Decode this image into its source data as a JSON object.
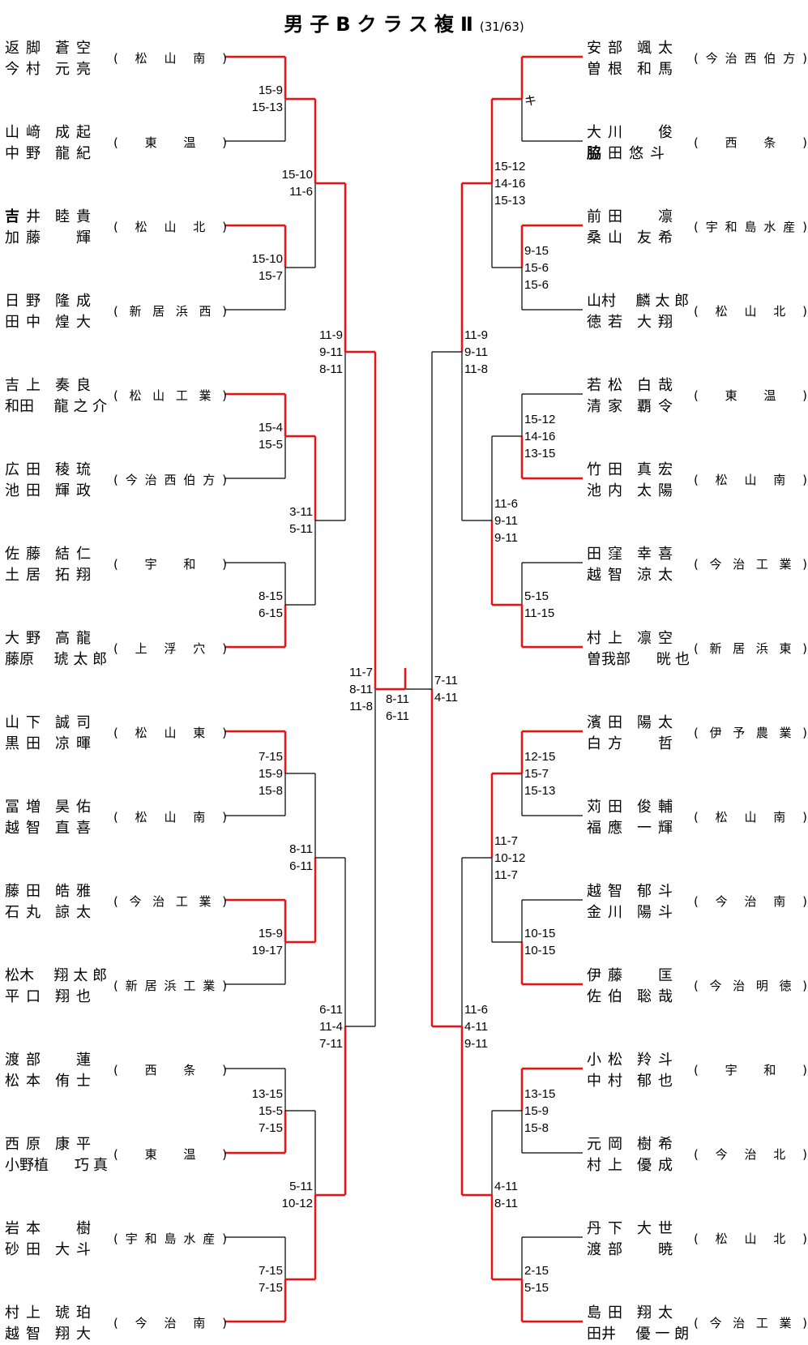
{
  "title": {
    "main": "男子Bクラス複Ⅱ",
    "sub": "(31/63)"
  },
  "colors": {
    "winner_line": "#ee1111",
    "line": "#000000"
  },
  "left": [
    {
      "p1": [
        "返",
        "脚",
        "",
        "蒼",
        "空"
      ],
      "p2": [
        "今",
        "村",
        "",
        "元",
        "亮"
      ],
      "school": "松山南"
    },
    {
      "p1": [
        "山",
        "﨑",
        "",
        "成",
        "起"
      ],
      "p2": [
        "中",
        "野",
        "",
        "龍",
        "紀"
      ],
      "school": "東温"
    },
    {
      "p1": [
        "吉",
        "井",
        "",
        "睦",
        "貴"
      ],
      "p2": [
        "加",
        "藤",
        "",
        "",
        "輝"
      ],
      "school": "松山北"
    },
    {
      "p1": [
        "日",
        "野",
        "",
        "隆",
        "成"
      ],
      "p2": [
        "田",
        "中",
        "",
        "煌",
        "大"
      ],
      "school": "新居浜西"
    },
    {
      "p1": [
        "吉",
        "上",
        "",
        "奏",
        "良"
      ],
      "p2": [
        "和田",
        "",
        "龍",
        "之",
        "介"
      ],
      "school": "松山工業"
    },
    {
      "p1": [
        "広",
        "田",
        "",
        "稜",
        "琉"
      ],
      "p2": [
        "池",
        "田",
        "",
        "輝",
        "政"
      ],
      "school": "今治西伯方"
    },
    {
      "p1": [
        "佐",
        "藤",
        "",
        "結",
        "仁"
      ],
      "p2": [
        "土",
        "居",
        "",
        "拓",
        "翔"
      ],
      "school": "宇和"
    },
    {
      "p1": [
        "大",
        "野",
        "",
        "高",
        "龍"
      ],
      "p2": [
        "藤原",
        "",
        "琥",
        "太",
        "郎"
      ],
      "school": "上浮穴"
    },
    {
      "p1": [
        "山",
        "下",
        "",
        "誠",
        "司"
      ],
      "p2": [
        "黒",
        "田",
        "",
        "凉",
        "暉"
      ],
      "school": "松山東"
    },
    {
      "p1": [
        "冨",
        "増",
        "",
        "昊",
        "佑"
      ],
      "p2": [
        "越",
        "智",
        "",
        "直",
        "喜"
      ],
      "school": "松山南"
    },
    {
      "p1": [
        "藤",
        "田",
        "",
        "皓",
        "雅"
      ],
      "p2": [
        "石",
        "丸",
        "",
        "諒",
        "太"
      ],
      "school": "今治工業"
    },
    {
      "p1": [
        "松木",
        "",
        "翔",
        "太",
        "郎"
      ],
      "p2": [
        "平",
        "口",
        "",
        "翔",
        "也"
      ],
      "school": "新居浜工業"
    },
    {
      "p1": [
        "渡",
        "部",
        "",
        "",
        "蓮"
      ],
      "p2": [
        "松",
        "本",
        "",
        "侑",
        "士"
      ],
      "school": "西条"
    },
    {
      "p1": [
        "西",
        "原",
        "",
        "康",
        "平"
      ],
      "p2": [
        "小野植",
        "",
        "",
        "巧",
        "真"
      ],
      "school": "東温"
    },
    {
      "p1": [
        "岩",
        "本",
        "",
        "",
        "樹"
      ],
      "p2": [
        "砂",
        "田",
        "",
        "大",
        "斗"
      ],
      "school": "宇和島水産"
    },
    {
      "p1": [
        "村",
        "上",
        "",
        "琥",
        "珀"
      ],
      "p2": [
        "越",
        "智",
        "",
        "翔",
        "大"
      ],
      "school": "今治南"
    }
  ],
  "right": [
    {
      "p1": [
        "安",
        "部",
        "",
        "颯",
        "太"
      ],
      "p2": [
        "曽",
        "根",
        "",
        "和",
        "馬"
      ],
      "school": "今治西伯方"
    },
    {
      "p1": [
        "大",
        "川",
        "",
        "",
        "俊"
      ],
      "p2": [
        "脇",
        "田",
        "悠",
        "斗",
        ""
      ],
      "school": "西条"
    },
    {
      "p1": [
        "前",
        "田",
        "",
        "",
        "凛"
      ],
      "p2": [
        "桑",
        "山",
        "",
        "友",
        "希"
      ],
      "school": "宇和島水産"
    },
    {
      "p1": [
        "山村",
        "",
        "麟",
        "太",
        "郎"
      ],
      "p2": [
        "徳",
        "若",
        "",
        "大",
        "翔"
      ],
      "school": "松山北"
    },
    {
      "p1": [
        "若",
        "松",
        "",
        "白",
        "哉"
      ],
      "p2": [
        "清",
        "家",
        "",
        "覇",
        "令"
      ],
      "school": "東温"
    },
    {
      "p1": [
        "竹",
        "田",
        "",
        "真",
        "宏"
      ],
      "p2": [
        "池",
        "内",
        "",
        "太",
        "陽"
      ],
      "school": "松山南"
    },
    {
      "p1": [
        "田",
        "窪",
        "",
        "幸",
        "喜"
      ],
      "p2": [
        "越",
        "智",
        "",
        "涼",
        "太"
      ],
      "school": "今治工業"
    },
    {
      "p1": [
        "村",
        "上",
        "",
        "凛",
        "空"
      ],
      "p2": [
        "曽我部",
        "",
        "",
        "晄",
        "也"
      ],
      "school": "新居浜東"
    },
    {
      "p1": [
        "濱",
        "田",
        "",
        "陽",
        "太"
      ],
      "p2": [
        "白",
        "方",
        "",
        "",
        "哲"
      ],
      "school": "伊予農業"
    },
    {
      "p1": [
        "苅",
        "田",
        "",
        "俊",
        "輔"
      ],
      "p2": [
        "福",
        "應",
        "",
        "一",
        "輝"
      ],
      "school": "松山南"
    },
    {
      "p1": [
        "越",
        "智",
        "",
        "郁",
        "斗"
      ],
      "p2": [
        "金",
        "川",
        "",
        "陽",
        "斗"
      ],
      "school": "今治南"
    },
    {
      "p1": [
        "伊",
        "藤",
        "",
        "",
        "匡"
      ],
      "p2": [
        "佐",
        "伯",
        "",
        "聡",
        "哉"
      ],
      "school": "今治明徳"
    },
    {
      "p1": [
        "小",
        "松",
        "",
        "羚",
        "斗"
      ],
      "p2": [
        "中",
        "村",
        "",
        "郁",
        "也"
      ],
      "school": "宇和"
    },
    {
      "p1": [
        "元",
        "岡",
        "",
        "樹",
        "希"
      ],
      "p2": [
        "村",
        "上",
        "",
        "優",
        "成"
      ],
      "school": "今治北"
    },
    {
      "p1": [
        "丹",
        "下",
        "",
        "大",
        "世"
      ],
      "p2": [
        "渡",
        "部",
        "",
        "",
        "暁"
      ],
      "school": "松山北"
    },
    {
      "p1": [
        "島",
        "田",
        "",
        "翔",
        "太"
      ],
      "p2": [
        "田井",
        "",
        "優",
        "一",
        "朗"
      ],
      "school": "今治工業"
    }
  ],
  "matches": {
    "left": {
      "r1": [
        {
          "winner": 0,
          "scores": [
            "15-9",
            "15-13"
          ]
        },
        {
          "winner": 0,
          "scores": [
            "15-10",
            "15-7"
          ]
        },
        {
          "winner": 0,
          "scores": [
            "15-4",
            "15-5"
          ]
        },
        {
          "winner": 1,
          "scores": [
            "8-15",
            "6-15"
          ]
        },
        {
          "winner": 0,
          "scores": [
            "7-15",
            "15-9",
            "15-8"
          ]
        },
        {
          "winner": 0,
          "scores": [
            "15-9",
            "19-17"
          ]
        },
        {
          "winner": 1,
          "scores": [
            "13-15",
            "15-5",
            "7-15"
          ]
        },
        {
          "winner": 1,
          "scores": [
            "7-15",
            "7-15"
          ]
        }
      ],
      "r2": [
        {
          "winner": 0,
          "scores": [
            "15-10",
            "11-6"
          ]
        },
        {
          "winner": 0,
          "scores": [
            "3-11",
            "5-11"
          ]
        },
        {
          "winner": 1,
          "scores": [
            "8-11",
            "6-11"
          ]
        },
        {
          "winner": 1,
          "scores": [
            "5-11",
            "10-12"
          ]
        }
      ],
      "r3": [
        {
          "winner": 0,
          "scores": [
            "11-9",
            "9-11",
            "8-11"
          ]
        },
        {
          "winner": 1,
          "scores": [
            "6-11",
            "11-4",
            "7-11"
          ]
        }
      ],
      "r4": [
        {
          "winner": 0,
          "scores": [
            "11-7",
            "8-11",
            "11-8"
          ]
        }
      ]
    },
    "right": {
      "r1": [
        {
          "winner": 0,
          "scores": [
            "キ"
          ]
        },
        {
          "winner": 0,
          "scores": [
            "9-15",
            "15-6",
            "15-6"
          ]
        },
        {
          "winner": 1,
          "scores": [
            "15-12",
            "14-16",
            "13-15"
          ]
        },
        {
          "winner": 1,
          "scores": [
            "5-15",
            "11-15"
          ]
        },
        {
          "winner": 0,
          "scores": [
            "12-15",
            "15-7",
            "15-13"
          ]
        },
        {
          "winner": 1,
          "scores": [
            "10-15",
            "10-15"
          ]
        },
        {
          "winner": 0,
          "scores": [
            "13-15",
            "15-9",
            "15-8"
          ]
        },
        {
          "winner": 1,
          "scores": [
            "2-15",
            "5-15"
          ]
        }
      ],
      "r2": [
        {
          "winner": 0,
          "scores": [
            "15-12",
            "14-16",
            "15-13"
          ]
        },
        {
          "winner": 1,
          "scores": [
            "11-6",
            "9-11",
            "9-11"
          ]
        },
        {
          "winner": 0,
          "scores": [
            "11-7",
            "10-12",
            "11-7"
          ]
        },
        {
          "winner": 1,
          "scores": [
            "4-11",
            "8-11"
          ]
        }
      ],
      "r3": [
        {
          "winner": 0,
          "scores": [
            "11-9",
            "9-11",
            "11-8"
          ]
        },
        {
          "winner": 1,
          "scores": [
            "11-6",
            "4-11",
            "9-11"
          ]
        }
      ],
      "r4": [
        {
          "winner": 1,
          "scores": [
            "7-11",
            "4-11"
          ]
        }
      ]
    },
    "final": {
      "winner": "left",
      "scores": [
        "8-11",
        "6-11"
      ]
    }
  }
}
